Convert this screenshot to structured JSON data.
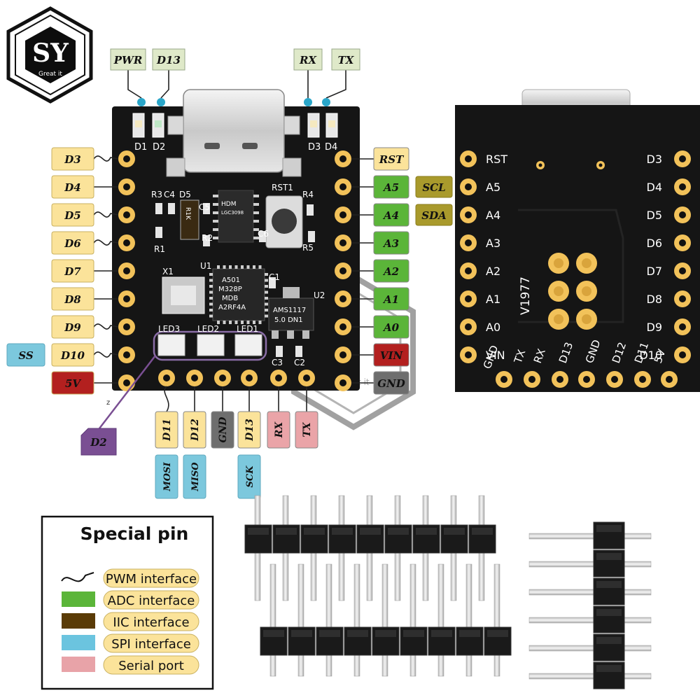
{
  "logo": {
    "letters": "SY",
    "tagline": "Great it"
  },
  "top_labels": [
    {
      "id": "pwr",
      "text": "PWR"
    },
    {
      "id": "d13",
      "text": "D13"
    },
    {
      "id": "rx",
      "text": "RX"
    },
    {
      "id": "tx",
      "text": "TX"
    }
  ],
  "left_labels": [
    "D3",
    "D4",
    "D5",
    "D6",
    "D7",
    "D8",
    "D9",
    "D10",
    "5V"
  ],
  "ss_label": "SS",
  "right_labels": [
    {
      "text": "RST",
      "kind": "plain"
    },
    {
      "text": "A5",
      "kind": "adc"
    },
    {
      "text": "A4",
      "kind": "adc"
    },
    {
      "text": "A3",
      "kind": "adc"
    },
    {
      "text": "A2",
      "kind": "adc"
    },
    {
      "text": "A1",
      "kind": "adc"
    },
    {
      "text": "A0",
      "kind": "adc"
    },
    {
      "text": "VIN",
      "kind": "power"
    },
    {
      "text": "GND",
      "kind": "ground"
    }
  ],
  "iic_labels": [
    "SCL",
    "SDA"
  ],
  "bottom_labels": [
    {
      "text": "D11",
      "kind": "plain"
    },
    {
      "text": "D12",
      "kind": "plain"
    },
    {
      "text": "GND",
      "kind": "ground"
    },
    {
      "text": "D13",
      "kind": "plain"
    },
    {
      "text": "RX",
      "kind": "serial"
    },
    {
      "text": "TX",
      "kind": "serial"
    }
  ],
  "spi_labels": [
    "MOSI",
    "MISO",
    "SCK"
  ],
  "led_callout": "D2",
  "z_mark": "z",
  "board_front_silk": {
    "leds_top": [
      "D1",
      "D2",
      "D3",
      "D4"
    ],
    "components": [
      "R3",
      "C4",
      "D5",
      "RST1",
      "R4",
      "C5",
      "R1",
      "R2",
      "C6",
      "R5",
      "U1",
      "X1",
      "C1",
      "U2",
      "LED3",
      "LED2",
      "LED1",
      "C3",
      "C2"
    ],
    "mcu_text": [
      "A501",
      "M328P",
      "MDB",
      "A2RF4A"
    ],
    "usb_chip_text": [
      "HDM",
      "LGC3098"
    ],
    "reg_text": [
      "AMS1117",
      "5.0 DN1"
    ],
    "resistor_text": "R1K"
  },
  "board_back": {
    "left_pins": [
      "RST",
      "A5",
      "A4",
      "A3",
      "A2",
      "A1",
      "A0",
      "VIN"
    ],
    "right_pins": [
      "D3",
      "D4",
      "D5",
      "D6",
      "D7",
      "D8",
      "D9",
      "D10"
    ],
    "bottom_pins": [
      "GND",
      "TX",
      "RX",
      "D13",
      "GND",
      "D12",
      "D11",
      "5V"
    ],
    "version": "V1977"
  },
  "watermark": "Great it",
  "legend": {
    "title": "Special pin",
    "items": [
      {
        "label": "PWM interface",
        "swatch": "wave"
      },
      {
        "label": "ADC interface",
        "swatch": "#5bb539"
      },
      {
        "label": "IIC interface",
        "swatch": "#5a3b06"
      },
      {
        "label": "SPI interface",
        "swatch": "#6bc4df"
      },
      {
        "label": "Serial port",
        "swatch": "#e8a3a8"
      }
    ]
  },
  "colors": {
    "digital": "#fbe39a",
    "adc": "#5bb539",
    "iic": "#a99a2c",
    "spi": "#7cc8dd",
    "serial": "#eaa4a8",
    "power": "#b3201f",
    "ground": "#6e6e6e",
    "top_label": "#dfe9c9",
    "led_callout": "#7a4f93",
    "pad": "#f2c25a",
    "pcb": "#151515"
  }
}
